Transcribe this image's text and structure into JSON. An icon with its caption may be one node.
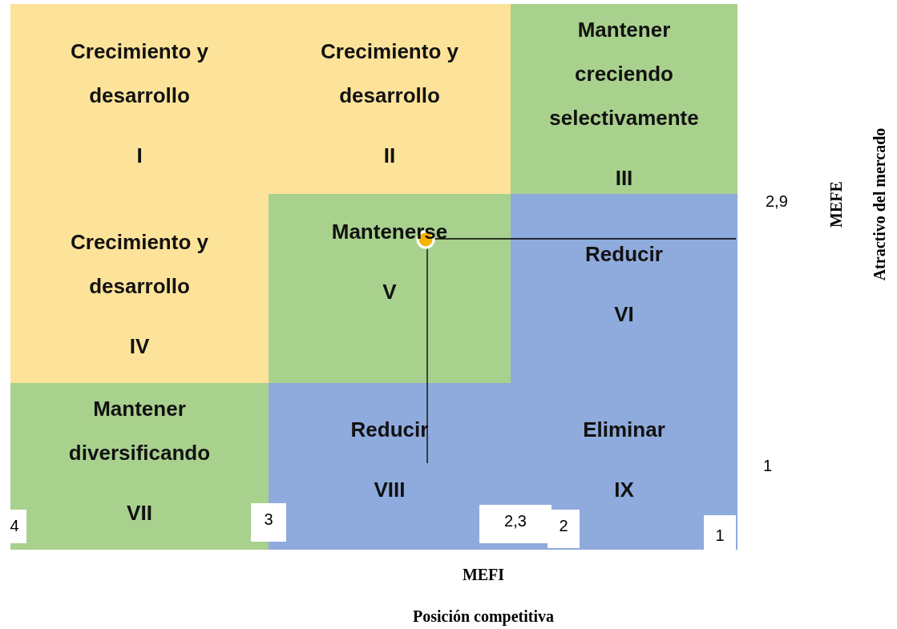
{
  "diagram": {
    "nodes": [
      {
        "text": [
          "Crecimiento y desarrollo",
          "I"
        ]
      },
      {
        "text": [
          "Crecimiento y desarrollo",
          "II"
        ]
      },
      {
        "text": [
          "Mantener creciendo selectivamente",
          "III"
        ]
      },
      {
        "text": [
          "Crecimiento y desarrollo",
          "IV"
        ]
      },
      {
        "text": [
          "Mantenerse",
          "V"
        ]
      },
      {
        "text": [
          "Reducir",
          "VI"
        ]
      },
      {
        "text": [
          "Mantener diversificando",
          "VII"
        ]
      },
      {
        "text": [
          "Reducir",
          "VIII"
        ]
      },
      {
        "text": [
          "Eliminar",
          "IX"
        ]
      }
    ],
    "labels": [
      "2,9",
      "1",
      "4",
      "3",
      "2,3",
      "2",
      "1",
      "MEFE",
      "Atractivo del mercado",
      "MEFI",
      "Posición competitiva"
    ]
  }
}
